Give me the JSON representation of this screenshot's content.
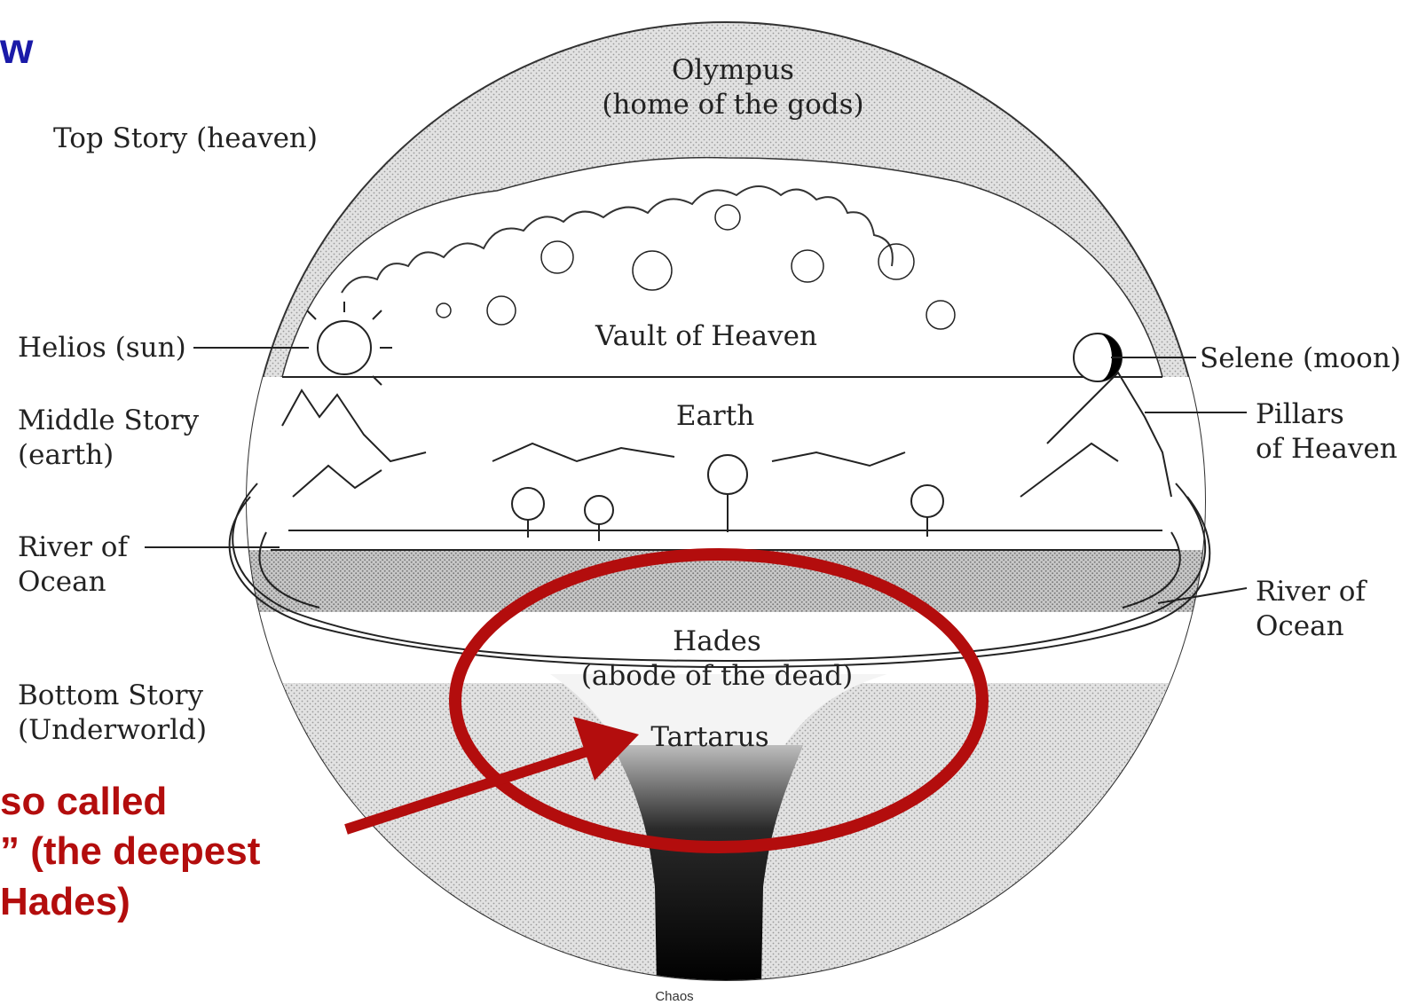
{
  "slide": {
    "title_fragment": "w",
    "callout_lines": [
      "so called",
      "” (the deepest",
      "Hades)"
    ]
  },
  "diagram": {
    "olympus": [
      "Olympus",
      "(home of the gods)"
    ],
    "top_story": "Top Story (heaven)",
    "helios": "Helios (sun)",
    "vault": "Vault of Heaven",
    "selene": "Selene (moon)",
    "middle_story": [
      "Middle Story",
      "(earth)"
    ],
    "earth": "Earth",
    "pillars": [
      "Pillars",
      "of Heaven"
    ],
    "river_left": [
      "River of",
      "Ocean"
    ],
    "river_right": [
      "River of",
      "Ocean"
    ],
    "hades": [
      "Hades",
      "(abode of the dead)"
    ],
    "bottom_story": [
      "Bottom Story",
      "(Underworld)"
    ],
    "tartarus": "Tartarus",
    "chaos": "Chaos"
  },
  "colors": {
    "title": "#1a1aa8",
    "annotation": "#b30d0d",
    "ink": "#222222"
  }
}
